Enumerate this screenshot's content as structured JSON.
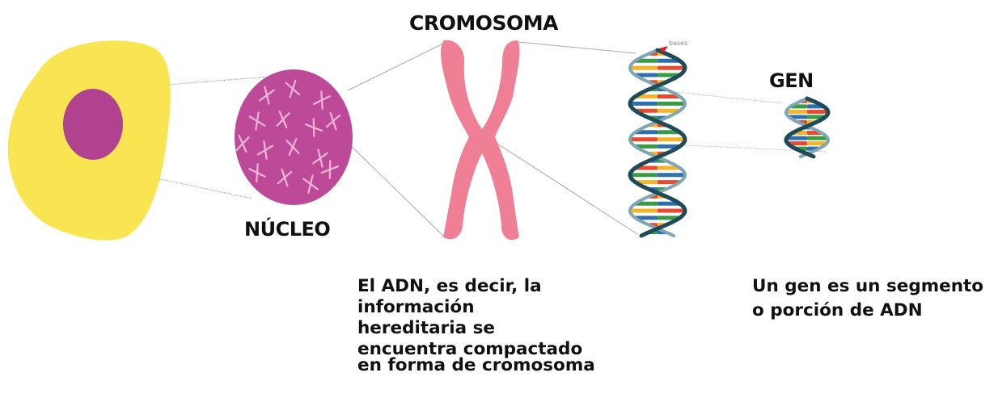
{
  "labels": {
    "nucleo": "NÚCLEO",
    "cromosoma": "CROMOSOMA",
    "gen": "GEN",
    "bases_tag": "bases"
  },
  "captions": {
    "adn": [
      "El ADN, es decir, la",
      "información",
      "hereditaria se",
      "encuentra compactado",
      "en forma de cromosoma"
    ],
    "gen": [
      "Un gen es un segmento",
      "o porción de ADN"
    ]
  },
  "colors": {
    "cell": "#f9e552",
    "nucleus": "#b1428f",
    "nucleus_large": "#bc4a98",
    "chromosome": "#ef7f95",
    "dna_backbone": "#1f4a5a",
    "dna_backbone_light": "#7fa6b2",
    "zoom_lines": "#a9a9a9"
  },
  "dna_bar_colors": [
    "#e84a2f",
    "#3a9b45",
    "#f3b429",
    "#2f6fb0"
  ]
}
